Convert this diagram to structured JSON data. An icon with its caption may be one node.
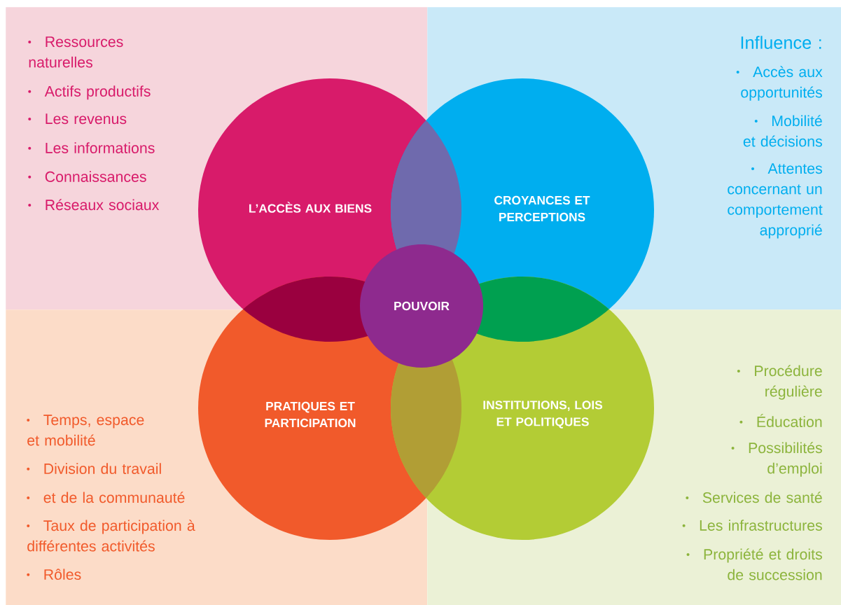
{
  "diagram": {
    "nodes": [
      {
        "text": [
          "Ressources naturelles",
          "Actifs productifs",
          "Les revenus",
          "Les informations",
          "Connaissances",
          "Réseaux sociaux"
        ]
      },
      {
        "text": [
          "L’ACCÈS AUX BIENS"
        ]
      },
      {
        "text": [
          "CROYANCES ET PERCEPTIONS"
        ]
      },
      {
        "text": [
          "Influence :",
          "Accès aux opportunités",
          "Mobilité et décisions",
          "Attentes concernant un comportement approprié"
        ]
      },
      {
        "text": [
          "POUVOIR"
        ]
      },
      {
        "text": [
          "Temps, espace et mobilité",
          "Division du travail",
          "et de la communauté",
          "Taux de participation à différentes activités",
          "Rôles"
        ]
      },
      {
        "text": [
          "PRATIQUES ET PARTICIPATION"
        ]
      },
      {
        "text": [
          "INSTITUTIONS, LOIS ET POLITIQUES"
        ]
      },
      {
        "text": [
          "Procédure régulière",
          "Éducation",
          "Possibilités d’emploi",
          "Services de santé",
          "Les infrastructures",
          "Propriété et droits de succession"
        ]
      }
    ]
  }
}
